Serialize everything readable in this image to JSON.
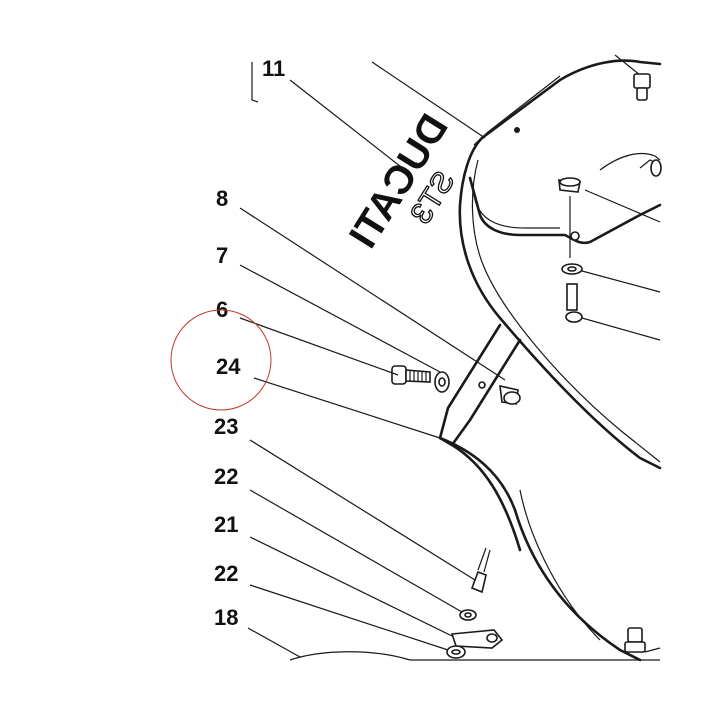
{
  "callouts": {
    "c11": "11",
    "c8": "8",
    "c7": "7",
    "c6": "6",
    "c24": "24",
    "c23": "23",
    "c22a": "22",
    "c21": "21",
    "c22b": "22",
    "c18": "18"
  },
  "decal": {
    "brand": "DUCATI",
    "model": "ST3"
  },
  "colors": {
    "line": "#1a1a1a",
    "highlight_circle": "#c0392b"
  }
}
